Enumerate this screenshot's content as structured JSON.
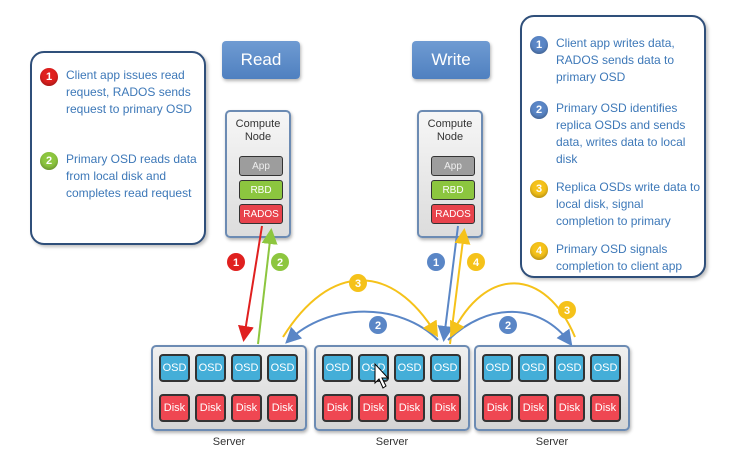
{
  "left_note": {
    "steps": [
      {
        "num": "1",
        "color": "#e0201f",
        "text": "Client app issues read request, RADOS sends request to primary OSD"
      },
      {
        "num": "2",
        "color": "#8dc63f",
        "text": "Primary OSD reads data from local disk and completes read request"
      }
    ]
  },
  "right_note": {
    "steps": [
      {
        "num": "1",
        "color": "#5a86c6",
        "text": "Client app writes data, RADOS sends data to primary OSD"
      },
      {
        "num": "2",
        "color": "#5a86c6",
        "text": "Primary OSD identifies replica OSDs and sends data, writes data to local disk"
      },
      {
        "num": "3",
        "color": "#f5c21a",
        "text": "Replica OSDs write data to local disk, signal completion to primary"
      },
      {
        "num": "4",
        "color": "#f5c21a",
        "text": "Primary OSD signals completion to client app"
      }
    ]
  },
  "read_title": "Read",
  "write_title": "Write",
  "compute_node": {
    "label_line1": "Compute",
    "label_line2": "Node",
    "app": "App",
    "rbd": "RBD",
    "rados": "RADOS"
  },
  "server": {
    "label": "Server",
    "osd": "OSD",
    "disk": "Disk"
  },
  "arrow_badges": {
    "read1": "1",
    "read2": "2",
    "write1": "1",
    "write4": "4",
    "repl3a": "3",
    "repl2a": "2",
    "repl2b": "2",
    "repl3b": "3"
  },
  "colors": {
    "read": "#e0201f",
    "read_ack": "#8dc63f",
    "write": "#5a86c6",
    "ack": "#f5c21a"
  }
}
